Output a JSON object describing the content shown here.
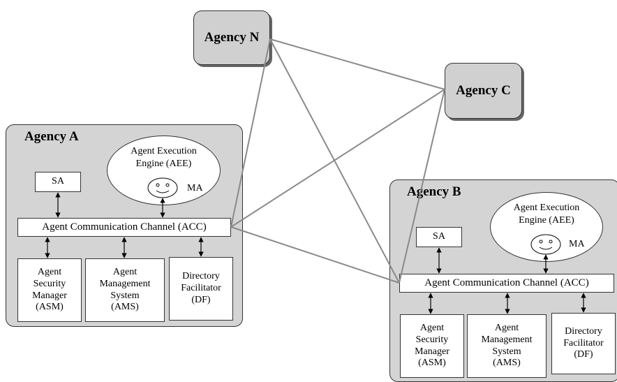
{
  "agencies": {
    "n": {
      "title": "Agency N"
    },
    "c": {
      "title": "Agency C"
    },
    "a": {
      "title": "Agency A",
      "aee_line1": "Agent Execution",
      "aee_line2": "Engine (AEE)",
      "ma": "MA",
      "sa": "SA",
      "acc": "Agent Communication Channel (ACC)",
      "asm": [
        "Agent",
        "Security",
        "Manager",
        "(ASM)"
      ],
      "ams": [
        "Agent",
        "Management",
        "System",
        "(AMS)"
      ],
      "df": [
        "Directory",
        "Facilitator",
        "(DF)"
      ]
    },
    "b": {
      "title": "Agency B",
      "aee_line1": "Agent Execution",
      "aee_line2": "Engine (AEE)",
      "ma": "MA",
      "sa": "SA",
      "acc": "Agent Communication Channel (ACC)",
      "asm": [
        "Agent",
        "Security",
        "Manager",
        "(ASM)"
      ],
      "ams": [
        "Agent",
        "Management",
        "System",
        "(AMS)"
      ],
      "df": [
        "Directory",
        "Facilitator",
        "(DF)"
      ]
    }
  },
  "colors": {
    "agency_fill": "#d4d4d4",
    "link_line": "#8a8a8a",
    "border": "#333333"
  }
}
